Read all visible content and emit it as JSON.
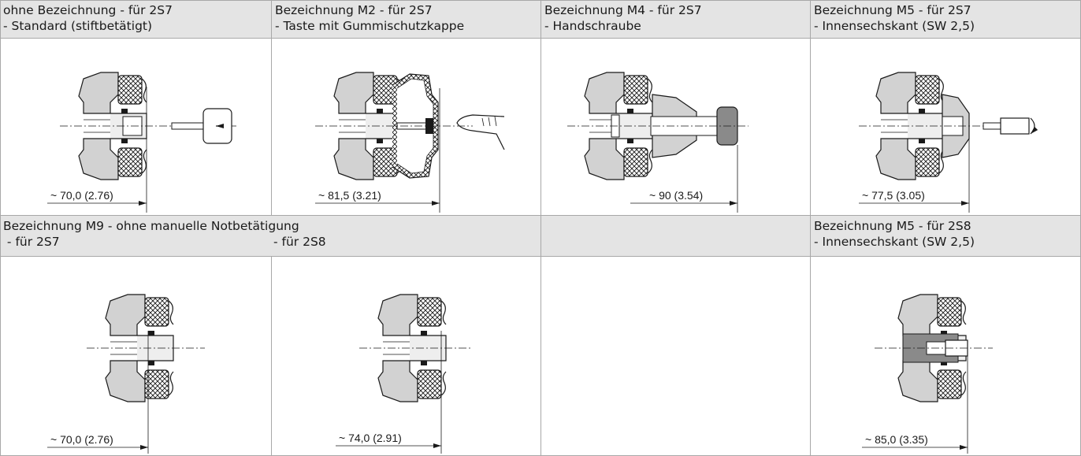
{
  "headers": {
    "r1c1": {
      "line1": "ohne Bezeichnung - für 2S7",
      "line2": "- Standard (stiftbetätigt)"
    },
    "r1c2": {
      "line1": "Bezeichnung M2 - für 2S7",
      "line2": "- Taste mit Gummischutzkappe"
    },
    "r1c3": {
      "line1": "Bezeichnung M4 - für 2S7",
      "line2": "- Handschraube"
    },
    "r1c4": {
      "line1": "Bezeichnung M5 - für 2S7",
      "line2": "- Innensechskant (SW 2,5)"
    },
    "r2c12": {
      "line1": "Bezeichnung M9 - ohne manuelle Notbetätigung",
      "line2a": " - für 2S7",
      "line2b": "- für 2S8"
    },
    "r2c4": {
      "line1": "Bezeichnung M5 - für 2S8",
      "line2": "- Innensechskant (SW 2,5)"
    }
  },
  "dimensions": {
    "d1": "~ 70,0 (2.76)",
    "d2": "~ 81,5 (3.21)",
    "d3": "~ 90 (3.54)",
    "d4": "~ 77,5 (3.05)",
    "d5": "~ 70,0 (2.76)",
    "d6": "~ 74,0 (2.91)",
    "d7": "~ 85,0 (3.35)"
  },
  "colors": {
    "header_bg": "#e4e4e4",
    "grid": "#a8a8a8",
    "part_fill": "#d2d2d2",
    "ink": "#1a1a1a"
  }
}
